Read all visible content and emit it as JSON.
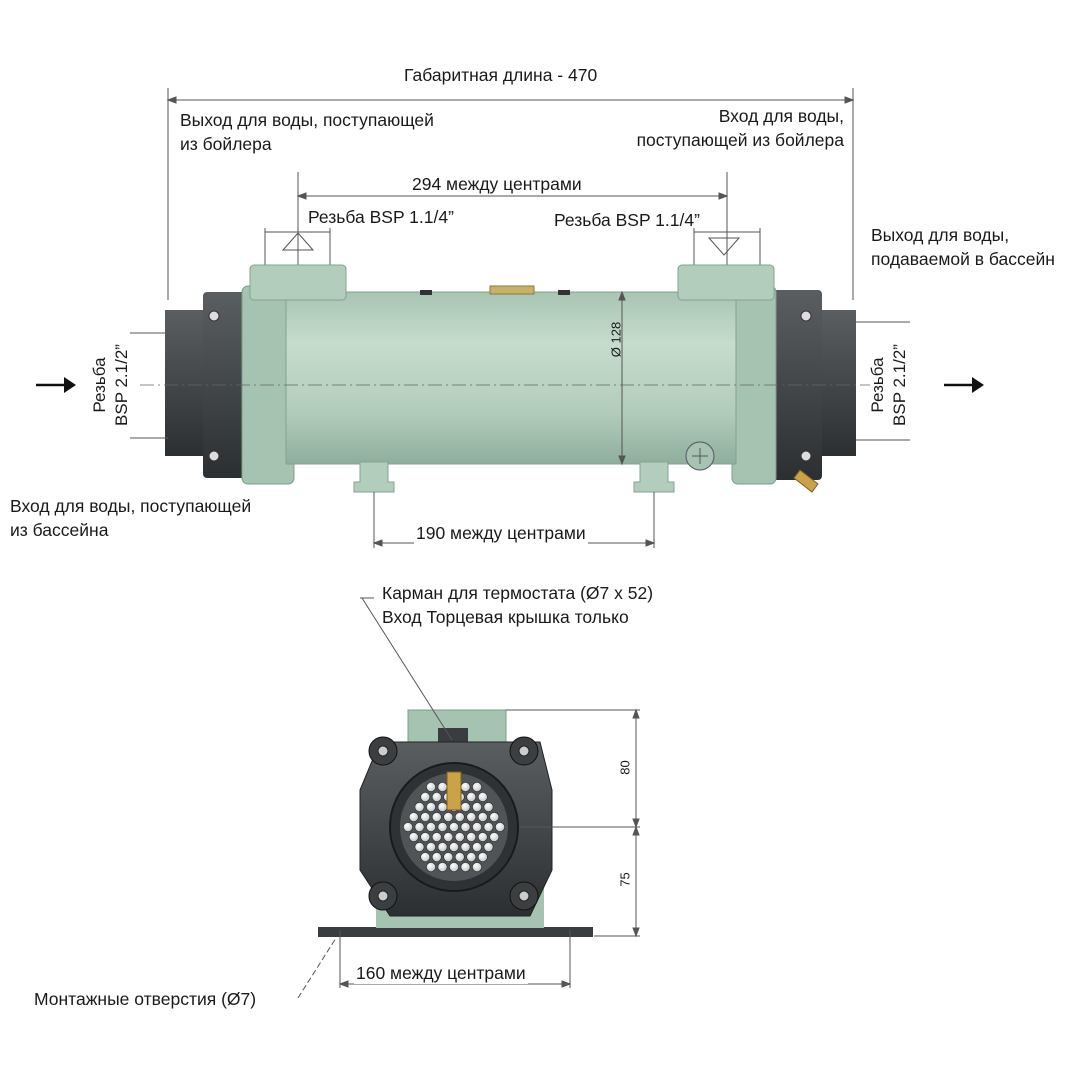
{
  "top_view": {
    "overall_length": "Габаритная длина - 470",
    "outlet_from_boiler_line1": "Выход для воды, поступающей",
    "outlet_from_boiler_line2": "из бойлера",
    "inlet_from_boiler_line1": "Вход для воды,",
    "inlet_from_boiler_line2": "поступающей из бойлера",
    "centers_294": "294 между центрами",
    "thread_left": "Резьба BSP 1.1/4”",
    "thread_right": "Резьба BSP 1.1/4”",
    "outlet_to_pool_line1": "Выход для воды,",
    "outlet_to_pool_line2": "подаваемой в бассейн",
    "thread_left_side_line1": "Резьба",
    "thread_left_side_line2": "BSP 2.1/2”",
    "thread_right_side_line1": "Резьба",
    "thread_right_side_line2": "BSP 2.1/2”",
    "diameter": "Ø 128",
    "inlet_from_pool_line1": "Вход для воды, поступающей",
    "inlet_from_pool_line2": "из бассейна",
    "centers_190": "190 между центрами"
  },
  "end_view": {
    "pocket_line1": "Карман для термостата (Ø7 x 52)",
    "pocket_line2": "Вход Торцевая крышка только",
    "dim_80": "80",
    "dim_75": "75",
    "centers_160": "160 между центрами",
    "mount_holes": "Монтажные отверстия (Ø7)"
  },
  "colors": {
    "body": "#b9d2c2",
    "body_shade": "#9ab8a6",
    "cap": "#4a4d4f",
    "cap_dark": "#2e3133",
    "brass": "#c9a24a"
  }
}
